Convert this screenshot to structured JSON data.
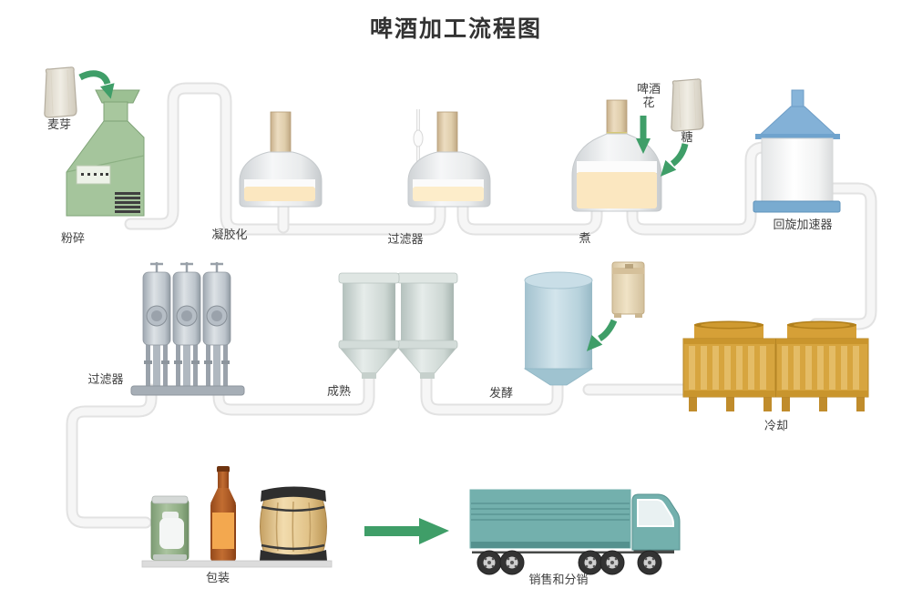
{
  "title": "啤酒加工流程图",
  "stages": {
    "crush": "粉碎",
    "gelatinization": "凝胶化",
    "filter_top": "过滤器",
    "boil": "煮",
    "whirlpool": "回旋加速器",
    "cooling": "冷却",
    "fermentation": "发酵",
    "maturation": "成熟",
    "filter_mid": "过滤器",
    "packaging": "包装",
    "distribution": "销售和分销"
  },
  "inputs": {
    "malt": "麦芽",
    "hops": "啤酒花",
    "sugar": "糖"
  },
  "colors": {
    "arrow_green": "#3f9e68",
    "pipe_fill": "#f6f6f6",
    "pipe_edge": "#e2e2e2",
    "machine_green": "#a5c59c",
    "liquid_cream": "#fbe7c0",
    "whirlpool_blue": "#83b1d7",
    "cooling_orange": "#d7a53f",
    "truck_teal": "#73b0ad",
    "bottle_label_orange": "#f3a84f",
    "barrel_hoop": "#2e2e2e",
    "label_text": "#3f3f3f"
  }
}
